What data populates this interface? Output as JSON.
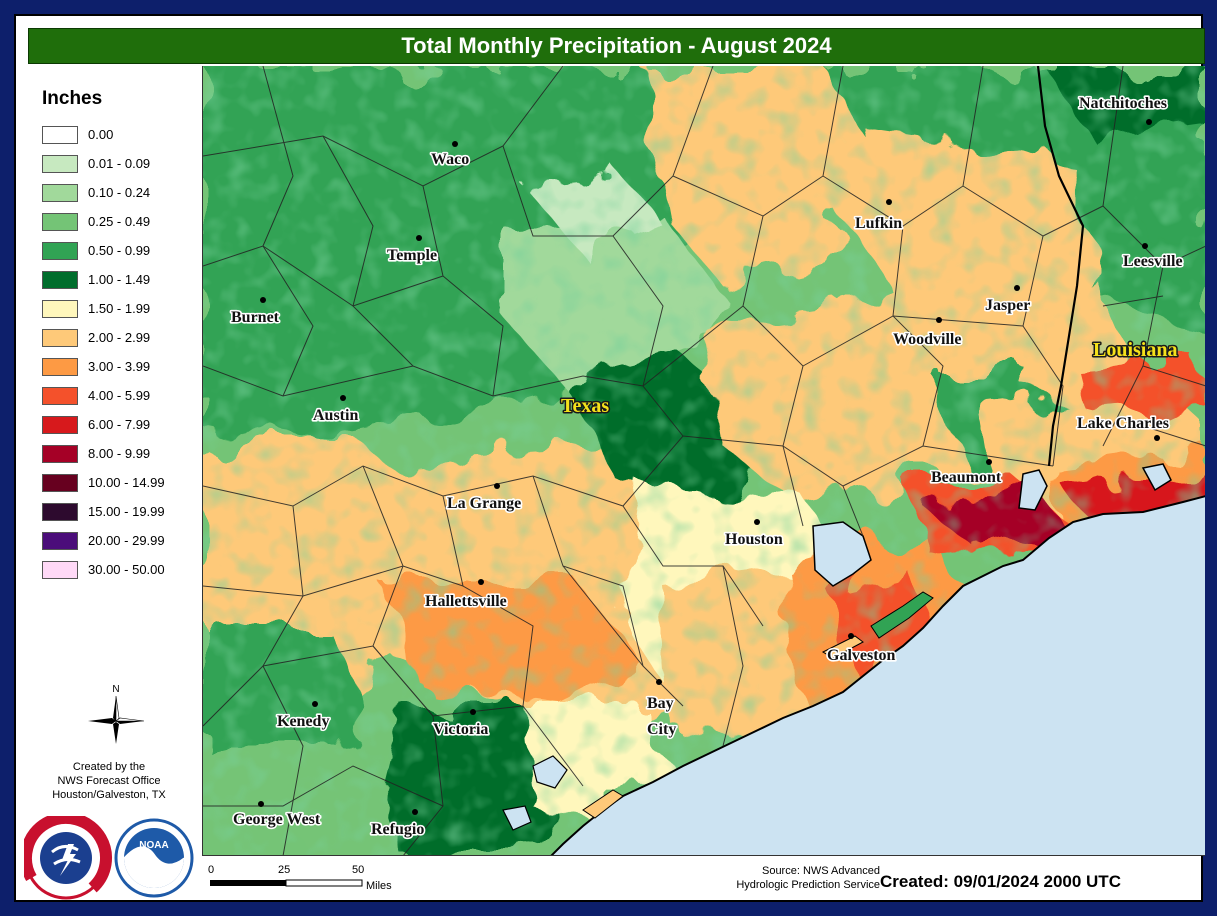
{
  "title": "Total Monthly Precipitation - August 2024",
  "legend": {
    "title": "Inches",
    "items": [
      {
        "label": "0.00",
        "color": "#ffffff"
      },
      {
        "label": "0.01 - 0.09",
        "color": "#c7e9c0"
      },
      {
        "label": "0.10 - 0.24",
        "color": "#a1d99b"
      },
      {
        "label": "0.25 - 0.49",
        "color": "#74c476"
      },
      {
        "label": "0.50 - 0.99",
        "color": "#31a354"
      },
      {
        "label": "1.00 - 1.49",
        "color": "#006d2c"
      },
      {
        "label": "1.50 - 1.99",
        "color": "#fff7bc"
      },
      {
        "label": "2.00 - 2.99",
        "color": "#fec979"
      },
      {
        "label": "3.00 - 3.99",
        "color": "#fd9a44"
      },
      {
        "label": "4.00 - 5.99",
        "color": "#f4512b"
      },
      {
        "label": "6.00 - 7.99",
        "color": "#d7191c"
      },
      {
        "label": "8.00 - 9.99",
        "color": "#a50026"
      },
      {
        "label": "10.00 - 14.99",
        "color": "#67001f"
      },
      {
        "label": "15.00 - 19.99",
        "color": "#2d0a2e"
      },
      {
        "label": "20.00 - 29.99",
        "color": "#4b0d7a"
      },
      {
        "label": "30.00 - 50.00",
        "color": "#ffd9f7"
      }
    ]
  },
  "compass_label": "N",
  "credit": {
    "line1": "Created by the",
    "line2": "NWS Forecast Office",
    "line3": "Houston/Galveston, TX"
  },
  "logos": {
    "nws_icon": "nws-logo-icon",
    "noaa_icon": "noaa-logo-icon",
    "noaa_text": "NOAA"
  },
  "scale": {
    "ticks": [
      "0",
      "25",
      "50"
    ],
    "unit": "Miles"
  },
  "source": {
    "line1": "Source: NWS Advanced",
    "line2": "Hydrologic Prediction Service"
  },
  "created": "Created: 09/01/2024 2000 UTC",
  "cities": [
    {
      "name": "Natchitoches"
    },
    {
      "name": "Waco"
    },
    {
      "name": "Lufkin"
    },
    {
      "name": "Temple"
    },
    {
      "name": "Leesville"
    },
    {
      "name": "Jasper"
    },
    {
      "name": "Burnet"
    },
    {
      "name": "Woodville"
    },
    {
      "name": "Austin"
    },
    {
      "name": "Lake Charles"
    },
    {
      "name": "Beaumont"
    },
    {
      "name": "La Grange"
    },
    {
      "name": "Houston"
    },
    {
      "name": "Hallettsville"
    },
    {
      "name": "Galveston"
    },
    {
      "name": "Bay"
    },
    {
      "name": "City"
    },
    {
      "name": "Kenedy"
    },
    {
      "name": "Victoria"
    },
    {
      "name": "George West"
    },
    {
      "name": "Refugio"
    }
  ],
  "states": [
    {
      "name": "Texas"
    },
    {
      "name": "Louisiana"
    }
  ],
  "map_colors": {
    "water": "#cce3f2",
    "coast": "#000000",
    "county_line": "#222222"
  }
}
